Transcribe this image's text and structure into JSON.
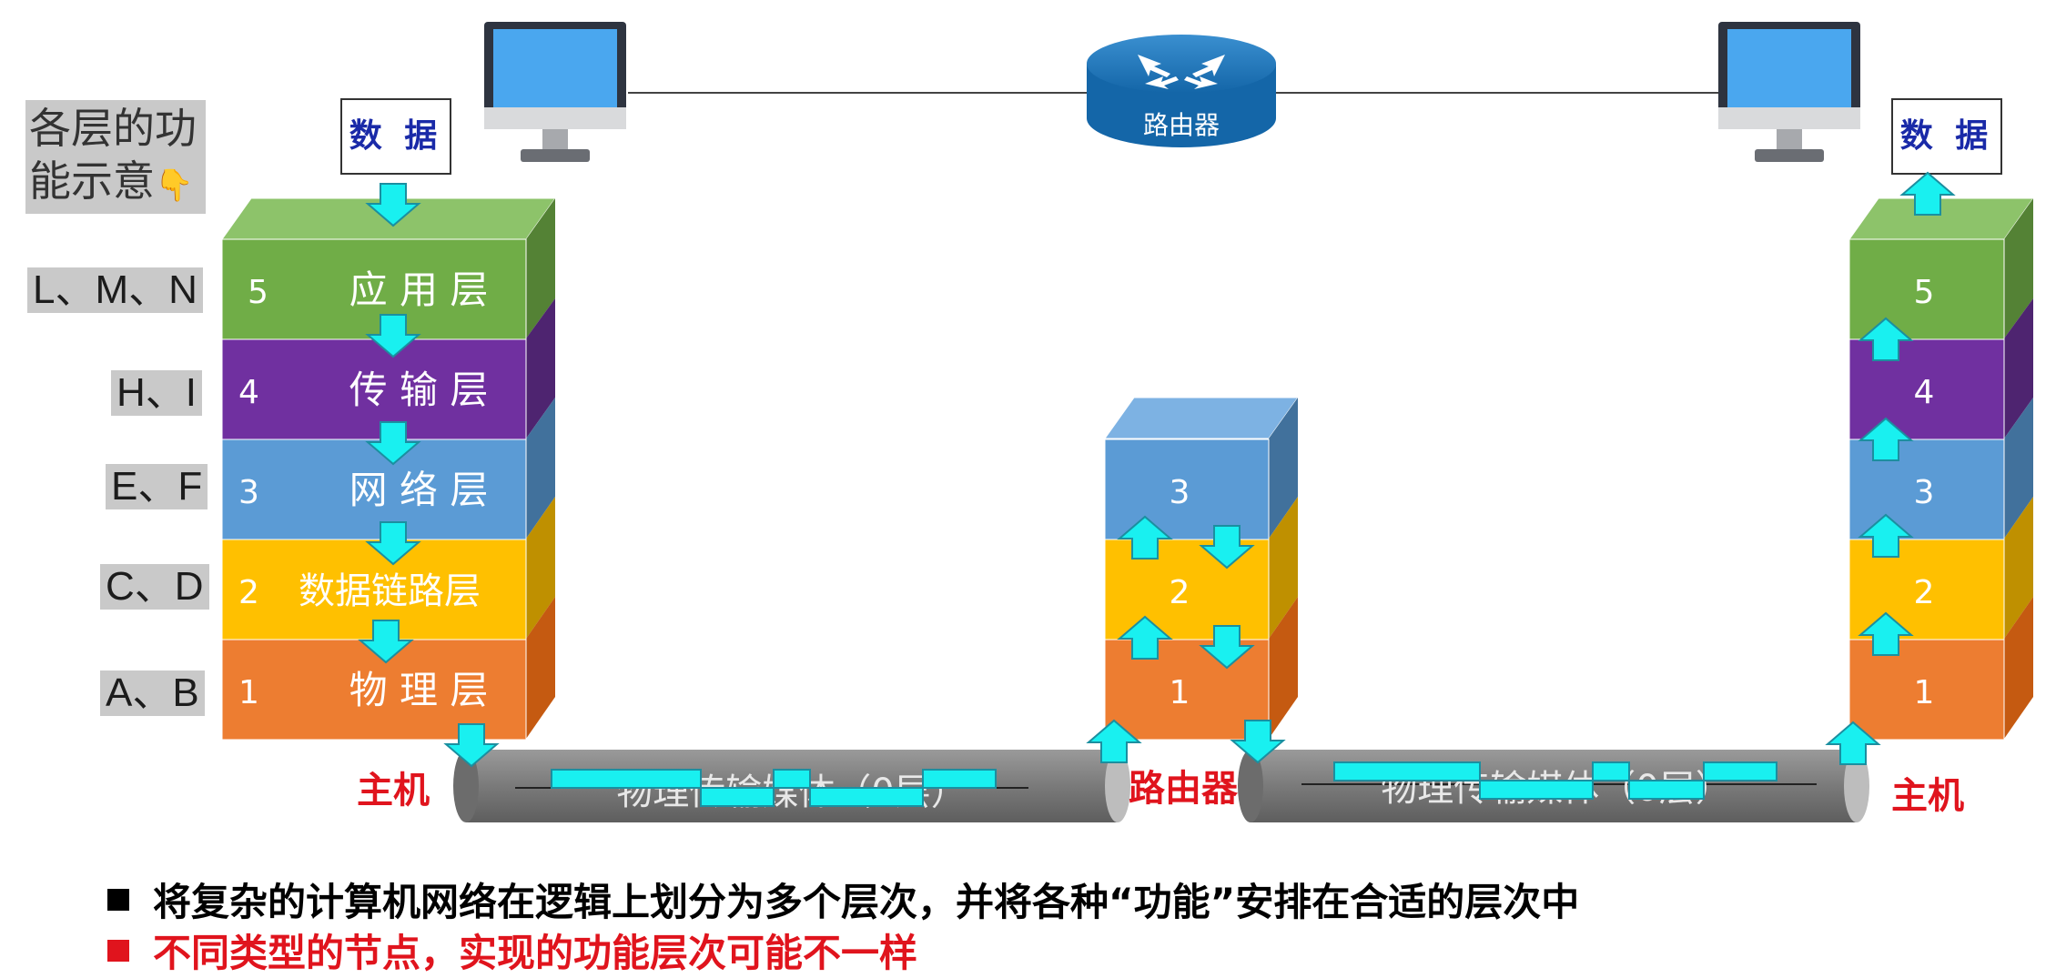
{
  "side_title": "各层的功能示意",
  "side_title_icon": "hand-pointing-down-icon",
  "side_labels": [
    "L、M、N",
    "H、I",
    "E、F",
    "C、D",
    "A、B"
  ],
  "data_label": "数 据",
  "left_host": {
    "layers": [
      {
        "num": "5",
        "name": "应 用 层",
        "color": "#70ad47"
      },
      {
        "num": "4",
        "name": "传 输 层",
        "color": "#7030a0"
      },
      {
        "num": "3",
        "name": "网 络 层",
        "color": "#5b9bd5"
      },
      {
        "num": "2",
        "name": "数据链路层",
        "color": "#ffc000"
      },
      {
        "num": "1",
        "name": "物 理 层",
        "color": "#ed7d31"
      }
    ]
  },
  "router_stack": {
    "layers": [
      "3",
      "2",
      "1"
    ]
  },
  "right_host": {
    "layers": [
      "5",
      "4",
      "3",
      "2",
      "1"
    ]
  },
  "medium_label": "物理传输媒体（0层）",
  "router_icon_label": "路由器",
  "node_labels": {
    "left_host": "主机",
    "router": "路由器",
    "right_host": "主机"
  },
  "bullets": [
    {
      "text": "将复杂的计算机网络在逻辑上划分为多个层次，并将各种“功能”安排在合适的层次中",
      "color": "#000000"
    },
    {
      "text": "不同类型的节点，实现的功能层次可能不一样",
      "color": "#e0141d"
    }
  ],
  "colors": {
    "arrow": "#19f0f0",
    "arrow_border": "#1b8fa0",
    "accent_red": "#e0141d",
    "pipe": "#7f7f7f"
  }
}
